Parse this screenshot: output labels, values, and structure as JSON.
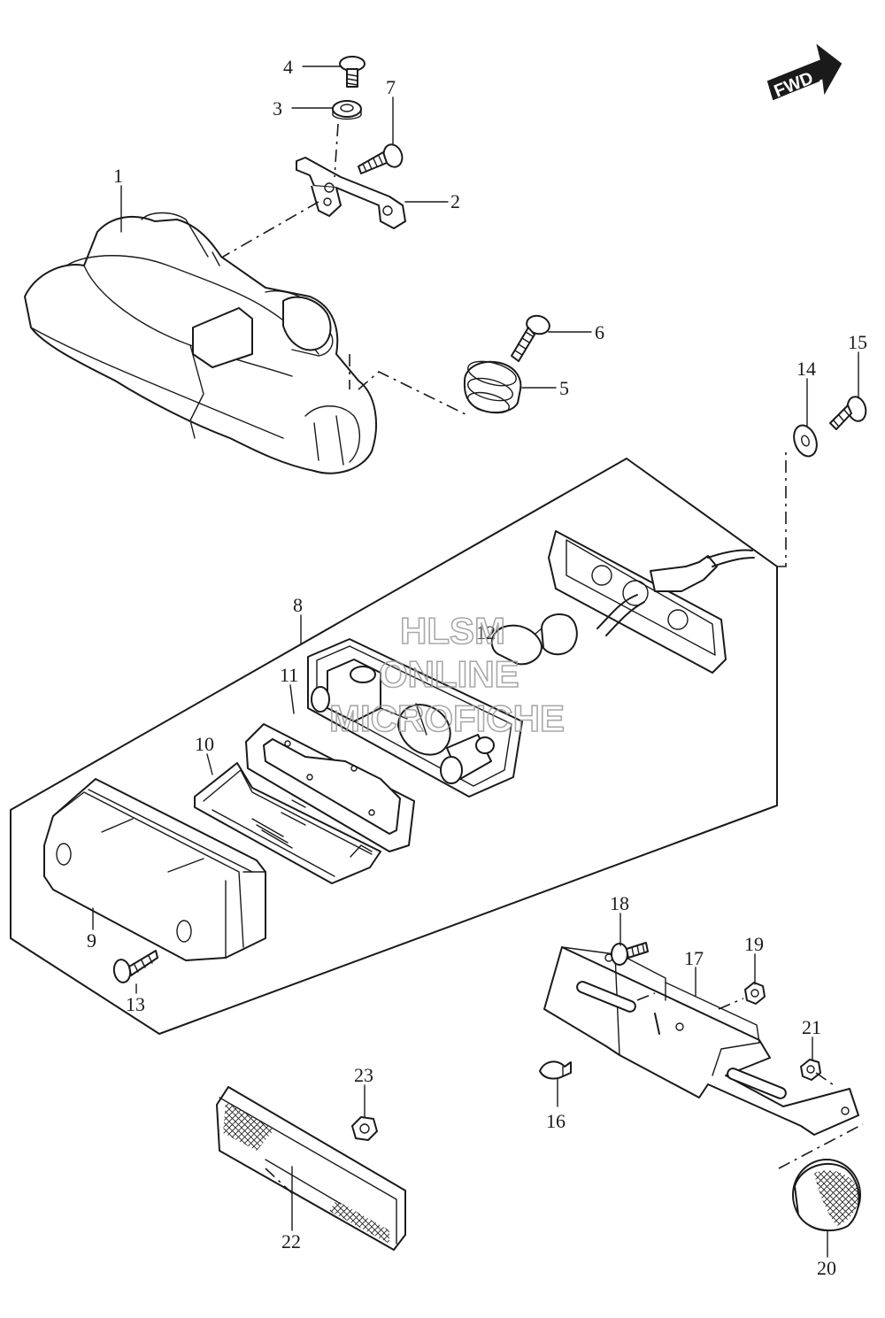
{
  "fwd_label": "FWD",
  "watermark": {
    "line1": "HLSM",
    "line2": "ONLINE",
    "line3": "MICROFICHE"
  },
  "callouts": [
    {
      "id": "1",
      "label": "1"
    },
    {
      "id": "2",
      "label": "2"
    },
    {
      "id": "3",
      "label": "3"
    },
    {
      "id": "4",
      "label": "4"
    },
    {
      "id": "5",
      "label": "5"
    },
    {
      "id": "6",
      "label": "6"
    },
    {
      "id": "7",
      "label": "7"
    },
    {
      "id": "8",
      "label": "8"
    },
    {
      "id": "9",
      "label": "9"
    },
    {
      "id": "10",
      "label": "10"
    },
    {
      "id": "11",
      "label": "11"
    },
    {
      "id": "12",
      "label": "12"
    },
    {
      "id": "13",
      "label": "13"
    },
    {
      "id": "14",
      "label": "14"
    },
    {
      "id": "15",
      "label": "15"
    },
    {
      "id": "16",
      "label": "16"
    },
    {
      "id": "17",
      "label": "17"
    },
    {
      "id": "18",
      "label": "18"
    },
    {
      "id": "19",
      "label": "19"
    },
    {
      "id": "20",
      "label": "20"
    },
    {
      "id": "21",
      "label": "21"
    },
    {
      "id": "22",
      "label": "22"
    },
    {
      "id": "23",
      "label": "23"
    }
  ],
  "colors": {
    "line": "#1a1a1a",
    "background": "#ffffff",
    "watermark": "#9a9a9a"
  }
}
